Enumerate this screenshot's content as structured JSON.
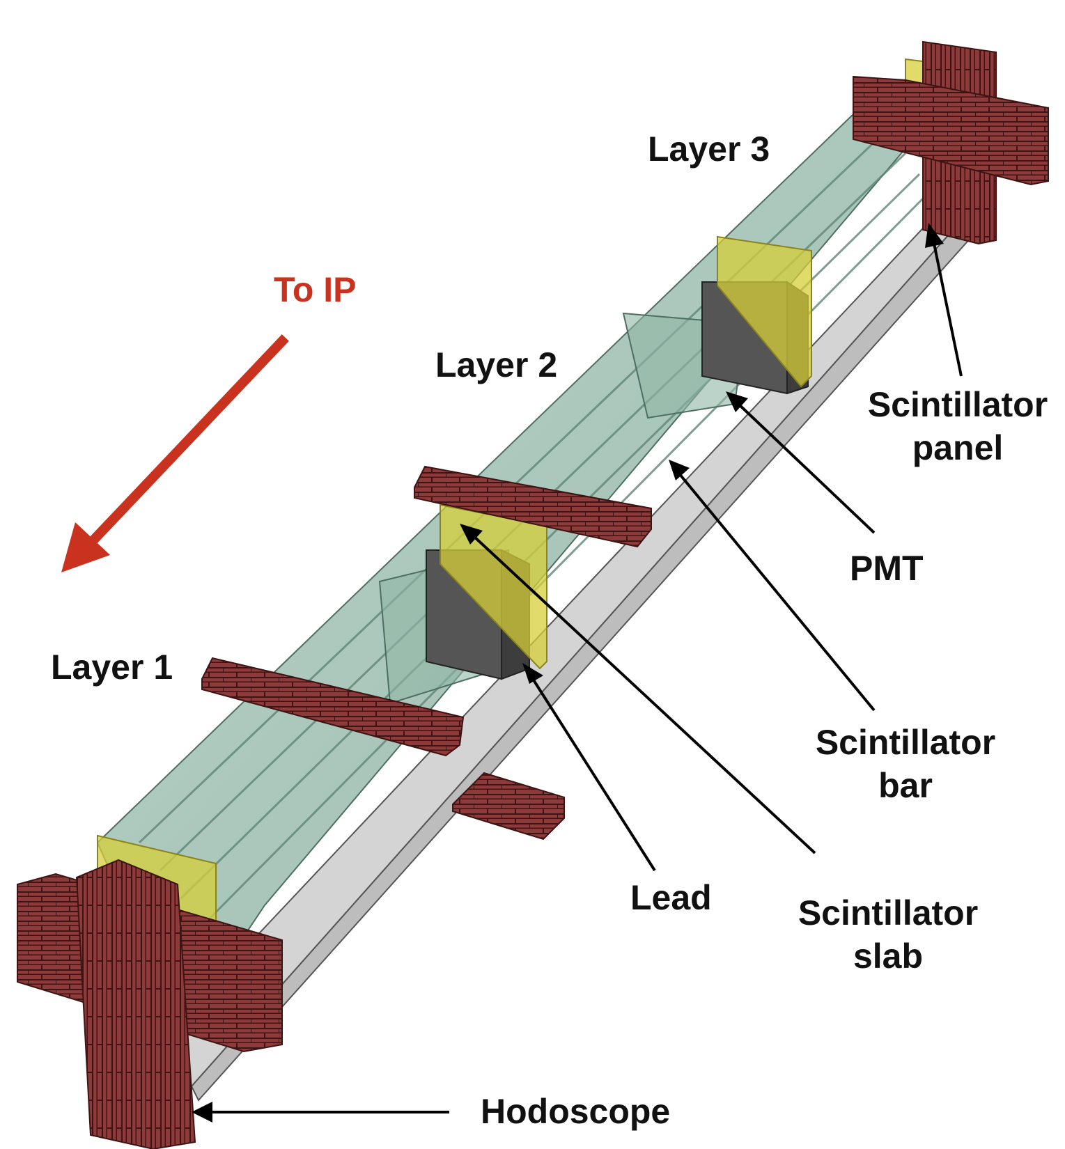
{
  "labels": {
    "to_ip": "To IP",
    "layer1": "Layer 1",
    "layer2": "Layer 2",
    "layer3": "Layer 3",
    "scintillator_panel": [
      "Scintillator",
      "panel"
    ],
    "pmt": "PMT",
    "scintillator_bar": [
      "Scintillator",
      "bar"
    ],
    "lead": "Lead",
    "scintillator_slab": [
      "Scintillator",
      "slab"
    ],
    "hodoscope": "Hodoscope"
  },
  "colors": {
    "to_ip_arrow": "#c8321e",
    "pointer_arrow": "#000000",
    "beam_frame": "#c8c8c8",
    "scintillator_bar": "#7faa96",
    "scintillator_panel": "#d6cf3a",
    "lead": "#555555",
    "hodoscope_bar": "#8c3a3a"
  }
}
